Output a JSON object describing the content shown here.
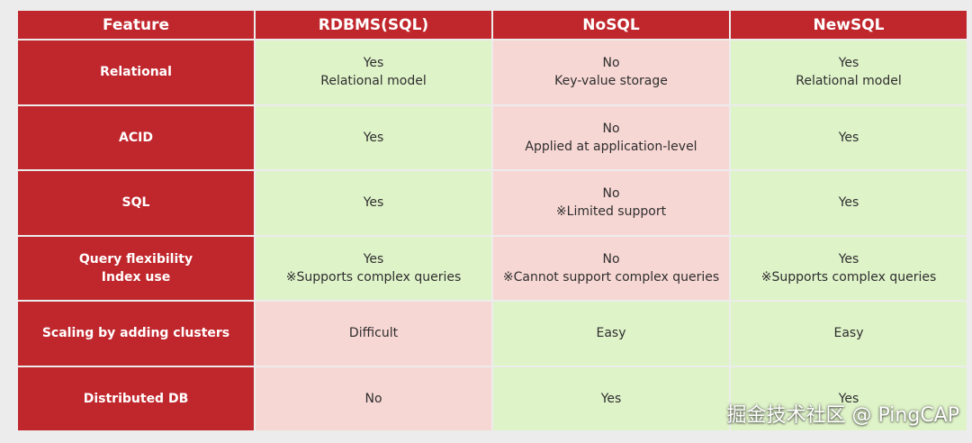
{
  "colors": {
    "header_bg": "#c0272d",
    "positive_bg": "#dff3c9",
    "negative_bg": "#f7d7d4",
    "page_bg": "#ececec"
  },
  "table": {
    "headers": [
      "Feature",
      "RDBMS(SQL)",
      "NoSQL",
      "NewSQL"
    ],
    "rows": [
      {
        "feature": [
          "Relational"
        ],
        "cells": [
          {
            "lines": [
              "Yes",
              "Relational model"
            ],
            "tone": "good"
          },
          {
            "lines": [
              "No",
              "Key-value storage"
            ],
            "tone": "bad"
          },
          {
            "lines": [
              "Yes",
              "Relational model"
            ],
            "tone": "good"
          }
        ]
      },
      {
        "feature": [
          "ACID"
        ],
        "cells": [
          {
            "lines": [
              "Yes"
            ],
            "tone": "good"
          },
          {
            "lines": [
              "No",
              "Applied at application-level"
            ],
            "tone": "bad"
          },
          {
            "lines": [
              "Yes"
            ],
            "tone": "good"
          }
        ]
      },
      {
        "feature": [
          "SQL"
        ],
        "cells": [
          {
            "lines": [
              "Yes"
            ],
            "tone": "good"
          },
          {
            "lines": [
              "No",
              "※Limited support"
            ],
            "tone": "bad"
          },
          {
            "lines": [
              "Yes"
            ],
            "tone": "good"
          }
        ]
      },
      {
        "feature": [
          "Query flexibility",
          "Index use"
        ],
        "cells": [
          {
            "lines": [
              "Yes",
              "※Supports complex queries"
            ],
            "tone": "good"
          },
          {
            "lines": [
              "No",
              "※Cannot support complex queries"
            ],
            "tone": "bad"
          },
          {
            "lines": [
              "Yes",
              "※Supports complex queries"
            ],
            "tone": "good"
          }
        ]
      },
      {
        "feature": [
          "Scaling by adding clusters"
        ],
        "cells": [
          {
            "lines": [
              "Difficult"
            ],
            "tone": "bad"
          },
          {
            "lines": [
              "Easy"
            ],
            "tone": "good"
          },
          {
            "lines": [
              "Easy"
            ],
            "tone": "good"
          }
        ]
      },
      {
        "feature": [
          "Distributed DB"
        ],
        "cells": [
          {
            "lines": [
              "No"
            ],
            "tone": "bad"
          },
          {
            "lines": [
              "Yes"
            ],
            "tone": "good"
          },
          {
            "lines": [
              "Yes"
            ],
            "tone": "good"
          }
        ]
      }
    ]
  },
  "watermark": "掘金技术社区 @ PingCAP"
}
